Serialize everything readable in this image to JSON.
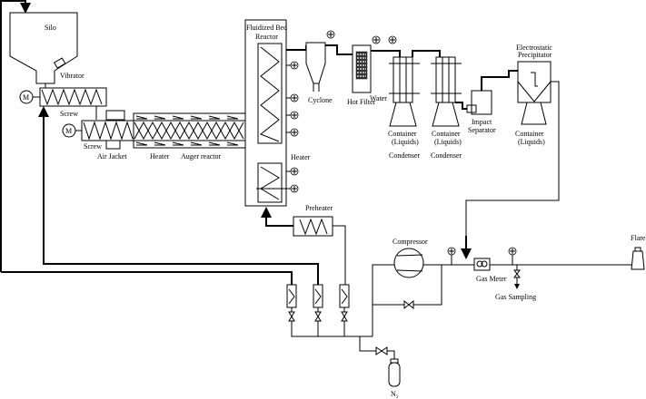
{
  "labels": {
    "silo": "Silo",
    "vibrator": "Vibrator",
    "motor_1": "M",
    "motor_2": "M",
    "screw_1": "Screw",
    "screw_2": "Screw",
    "air_jacket": "Air Jacket",
    "heater_auger": "Heater",
    "auger_reactor": "Auger reactor",
    "fbr_line1": "Fluidized Bed",
    "fbr_line2": "Reactor",
    "fbr_heater": "Heater",
    "cyclone": "Cyclone",
    "hot_filter": "Hot Filter",
    "water": "Water",
    "container1_line1": "Container",
    "container1_line2": "(Liquids)",
    "container2_line1": "Container",
    "container2_line2": "(Liquids)",
    "condenser_1": "Condenser",
    "condenser_2": "Condenser",
    "impact_line1": "Impact",
    "impact_line2": "Separator",
    "esp_line1": "Electrostatic",
    "esp_line2": "Precipitator",
    "container3_line1": "Container",
    "container3_line2": "(Liquids)",
    "preheater": "Preheater",
    "compressor": "Compressor",
    "gas_meter": "Gas Meter",
    "gas_sampling": "Gas Sampling",
    "flare": "Flare",
    "n2": "N",
    "n2_sub": "2"
  }
}
